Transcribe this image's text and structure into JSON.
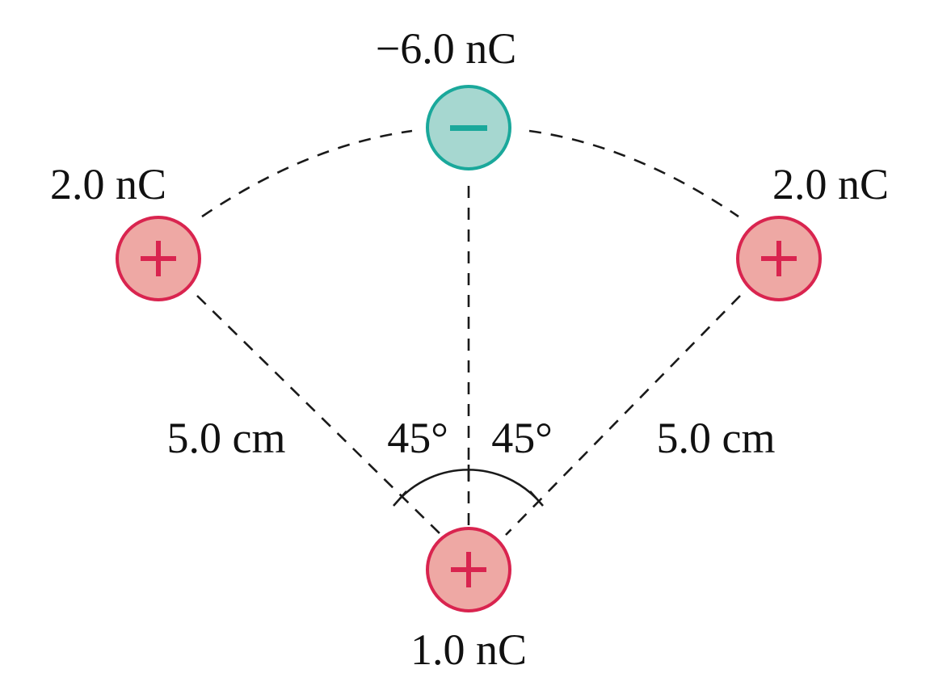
{
  "charges": {
    "top": {
      "label": "−6.0 nC",
      "sign": "negative"
    },
    "left": {
      "label": "2.0 nC",
      "sign": "positive"
    },
    "right": {
      "label": "2.0 nC",
      "sign": "positive"
    },
    "bottom": {
      "label": "1.0 nC",
      "sign": "positive"
    }
  },
  "distances": {
    "left": "5.0 cm",
    "right": "5.0 cm"
  },
  "angles": {
    "left": "45°",
    "right": "45°"
  },
  "colors": {
    "positive_fill": "#eea8a4",
    "positive_stroke": "#d9244f",
    "negative_fill": "#a6d7d0",
    "negative_stroke": "#1aa89b",
    "line": "#1a1a1a"
  }
}
